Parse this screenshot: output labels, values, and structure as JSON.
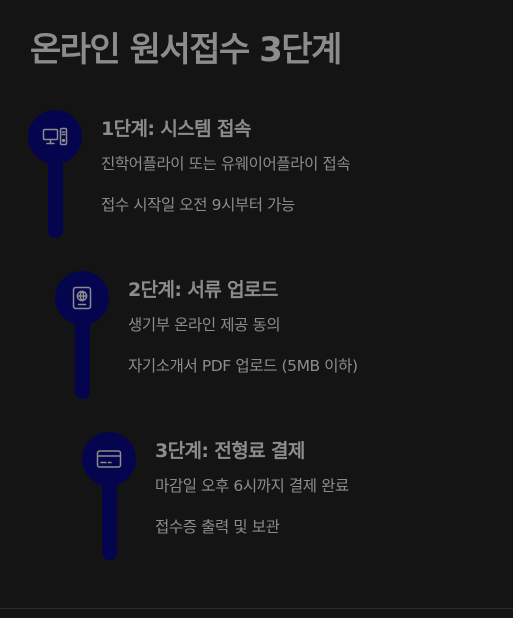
{
  "page": {
    "title": "온라인 원서접수 3단계"
  },
  "steps": [
    {
      "title": "1단계: 시스템 접속",
      "icon": "computer-icon",
      "lines": [
        "진학어플라이 또는 유웨이어플라이 접속",
        "접수 시작일 오전 9시부터 가능"
      ]
    },
    {
      "title": "2단계: 서류 업로드",
      "icon": "passport-icon",
      "lines": [
        "생기부 온라인 제공 동의",
        "자기소개서 PDF 업로드 (5MB 이하)"
      ]
    },
    {
      "title": "3단계: 전형료 결제",
      "icon": "credit-card-icon",
      "lines": [
        "마감일 오후 6시까지 결제 완료",
        "접수증 출력 및 보관"
      ]
    }
  ],
  "colors": {
    "background": "#141414",
    "text": "#8c8c8c",
    "accent": "#05054f",
    "icon": "#8c8c8c"
  }
}
